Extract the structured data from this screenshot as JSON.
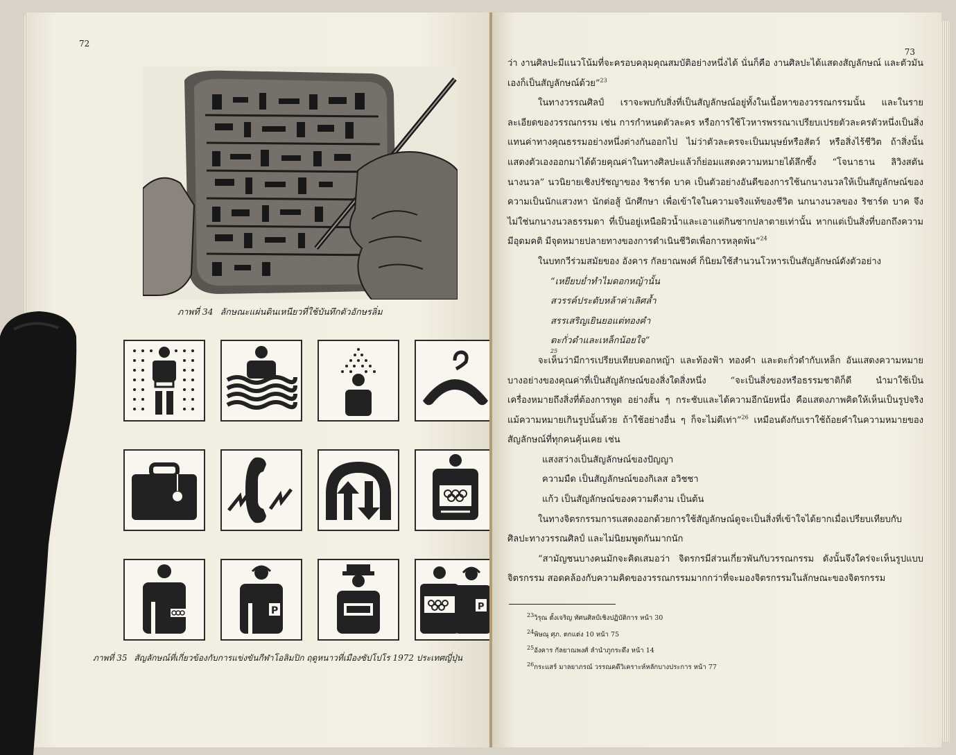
{
  "left_page": {
    "page_number": "72",
    "figure34_caption_label": "ภาพที่ 34",
    "figure34_caption_text": "ลักษณะแผ่นดินเหนียวที่ใช้บันทึกตัวอักษรลิ่ม",
    "figure35_caption_label": "ภาพที่ 35",
    "figure35_caption_text": "สัญลักษณ์ที่เกี่ยวข้องกับการแข่งขันกีฬาโอลิมปิก ฤดูหนาวที่เมืองซัปโปโร 1972 ประเทศญี่ปุ่น",
    "pictogram_letter": "P"
  },
  "right_page": {
    "page_number": "73",
    "p1": "ว่า งานศิลปะมีแนวโน้มที่จะครอบคลุมคุณสมบัติอย่างหนึ่งได้ นั่นก็คือ งานศิลปะได้แสดงสัญลักษณ์ และตัวมันเองก็เป็นสัญลักษณ์ด้วย”",
    "p1_ref": "23",
    "p2": "ในทางวรรณศิลป์ เราจะพบกับสิ่งที่เป็นสัญลักษณ์อยู่ทั้งในเนื้อหาของวรรณกรรมนั้น และในรายละเอียดของวรรณกรรม เช่น การกำหนดตัวละคร หรือการใช้โวหารพรรณาเปรียบเปรยตัวละครตัวหนึ่งเป็นสิ่งแทนค่าทางคุณธรรมอย่างหนึ่งต่างกันออกไป ไม่ว่าตัวละครจะเป็นมนุษย์หรือสัตว์ หรือสิ่งไร้ชีวิต ถ้าสิ่งนั้นแสดงตัวเองออกมาได้ด้วยคุณค่าในทางศิลปะแล้วก็ย่อมแสดงความหมายได้ลึกซึ้ง “โจนาธาน ลิวิงสตัน นางนวล” นวนิยายเชิงปรัชญาของ ริชาร์ด บาค เป็นตัวอย่างอันดีของการใช้นกนางนวลให้เป็นสัญลักษณ์ของความเป็นนักแสวงหา นักต่อสู้ นักศึกษา เพื่อเข้าใจในความจริงแท้ของชีวิต นกนางนวลของ ริชาร์ด บาค จึงไม่ใช่นกนางนวลธรรมดา ที่เป็นอยู่เหนือผิวน้ำและเอาแต่กินซากปลาตายเท่านั้น หากแต่เป็นสิ่งที่บอกถึงความมีอุดมคติ มีจุดหมายปลายทางของการดำเนินชีวิตเพื่อการหลุดพ้น”",
    "p2_ref": "24",
    "p3": "ในบทกวีร่วมสมัยของ อังคาร กัลยาณพงศ์ ก็นิยมใช้สำนวนโวหารเป็นสัญลักษณ์ดังตัวอย่าง",
    "poem_1": "“เหยียบย่ำทำไมดอกหญ้านั้น",
    "poem_2": "สวรรค์ประดับหล้าค่าเลิศล้ำ",
    "poem_3": "สรรเสริญเยินยอแต่ทองคำ",
    "poem_4": "ตะกั่วดำและเหล็กน้อยใจ”",
    "poem_ref": "25",
    "p4": "จะเห็นว่ามีการเปรียบเทียบดอกหญ้า และท้องฟ้า ทองคำ และตะกั่วดำกับเหล็ก อันแสดงความหมายบางอย่างของคุณค่าที่เป็นสัญลักษณ์ของสิ่งใดสิ่งหนึ่ง “จะเป็นสิ่งของหรือธรรมชาติก็ดี นำมาใช้เป็นเครื่องหมายถึงสิ่งที่ต้องการพูด อย่างสั้น ๆ กระชับและได้ความอีกนัยหนึ่ง คือแสดงภาพคิดให้เห็นเป็นรูปจริง แม้ความหมายเกินรูปนั้นด้วย ถ้าใช้อย่างอื่น ๆ ก็จะไม่ดีเท่า”",
    "p4_ref": "26",
    "p4_tail": " เหมือนดังกับเราใช้ถ้อยคำในความหมายของสัญลักษณ์ที่ทุกคนคุ้นเคย เช่น",
    "sym1": "แสงสว่างเป็นสัญลักษณ์ของปัญญา",
    "sym2": "ความมืด เป็นสัญลักษณ์ของกิเลส อวิชชา",
    "sym3": "แก้ว เป็นสัญลักษณ์ของความดีงาม เป็นต้น",
    "p5": "ในทางจิตรกรรมการแสดงออกด้วยการใช้สัญลักษณ์ดูจะเป็นสิ่งที่เข้าใจได้ยากเมื่อเปรียบเทียบกับศิลปะทางวรรณศิลป์ และไม่นิยมพูดกันมากนัก",
    "p6": "“สามัญชนบางคนมักจะคิดเสมอว่า จิตรกรมีส่วนเกี่ยวพันกับวรรณกรรม ดังนั้นจึงใคร่จะเห็นรูปแบบจิตรกรรม สอดคล้องกับความคิดของวรรณกรรมมากกว่าที่จะมองจิตรกรรมในลักษณะของจิตรกรรม",
    "footnotes": [
      {
        "num": "23",
        "text": "วิรุณ ตั้งเจริญ ทัศนศิลป์เชิงปฏิบัติการ หน้า 30"
      },
      {
        "num": "24",
        "text": "พิษณุ ศุภ. ตกแต่ง 10 หน้า 75"
      },
      {
        "num": "25",
        "text": "อังคาร กัลยาณพงศ์ ลำนำภูกระดึง หน้า 14"
      },
      {
        "num": "26",
        "text": "กระแสร์ มาลยาภรณ์ วรรณคดีวิเคราะห์หลักบางประการ หน้า 77"
      }
    ]
  }
}
